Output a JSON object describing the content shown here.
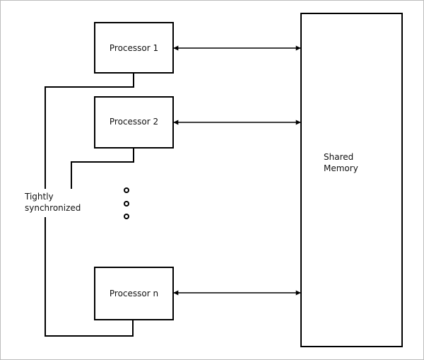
{
  "diagram": {
    "processors": [
      {
        "label": "Processor 1"
      },
      {
        "label": "Processor 2"
      },
      {
        "label": "Processor n"
      }
    ],
    "memory": {
      "label_line1": "Shared",
      "label_line2": "Memory"
    },
    "sync": {
      "label_line1": "Tightly",
      "label_line2": "synchronized"
    }
  },
  "colors": {
    "stroke": "#000000",
    "background": "#ffffff",
    "frame": "#bdbdbd"
  }
}
